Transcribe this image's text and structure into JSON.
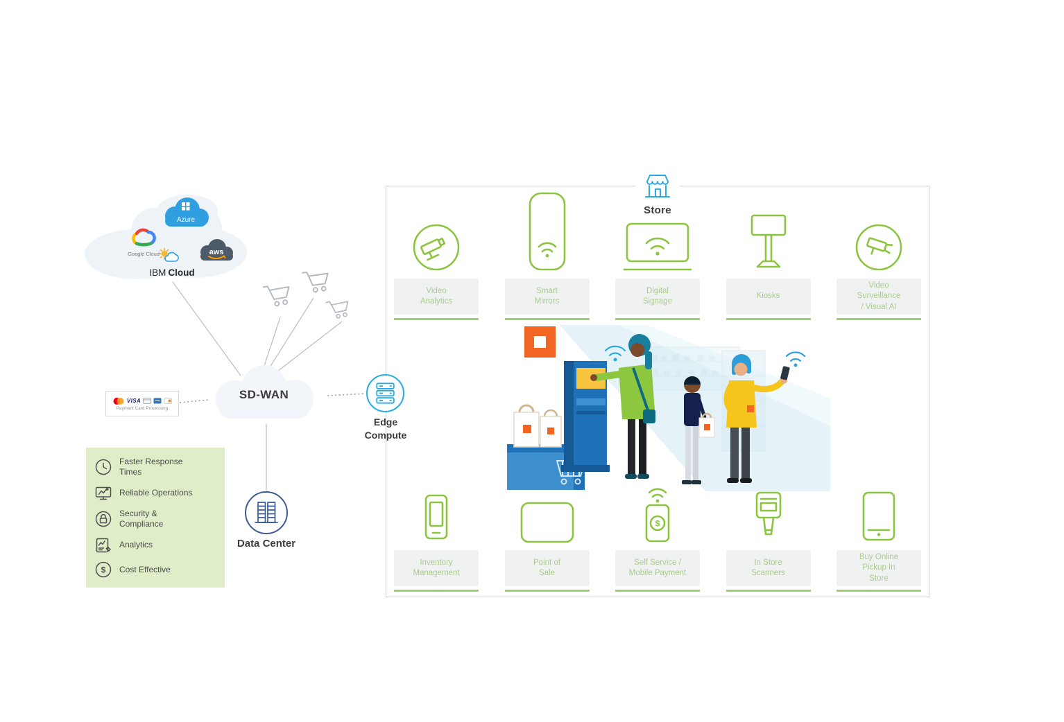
{
  "colors": {
    "green": "#8bc53f",
    "label_green": "#a9cc8d",
    "blue": "#29abe2",
    "navy": "#3a5a98",
    "orange": "#f26522"
  },
  "glyphs": {
    "dollar": "$"
  },
  "clouds": {
    "ibm": "IBM",
    "ibm_bold": "Cloud",
    "google": "Google Cloud",
    "azure": "Azure",
    "aws": "aws"
  },
  "network": {
    "sdwan_label": "SD-WAN",
    "edge_compute_label": "Edge\nCompute",
    "data_center_label": "Data Center"
  },
  "payment": {
    "visa": "VISA",
    "caption": "Payment Card Processing"
  },
  "benefits": [
    {
      "icon": "clock-icon",
      "label": "Faster Response Times"
    },
    {
      "icon": "monitor-icon",
      "label": "Reliable Operations"
    },
    {
      "icon": "lock-icon",
      "label": "Security & Compliance"
    },
    {
      "icon": "analytics-icon",
      "label": "Analytics"
    },
    {
      "icon": "dollar-icon",
      "label": "Cost Effective"
    }
  ],
  "store": {
    "title": "Store",
    "top_items": [
      {
        "icon": "video-analytics-icon",
        "label": "Video\nAnalytics"
      },
      {
        "icon": "smart-mirror-icon",
        "label": "Smart\nMirrors"
      },
      {
        "icon": "digital-signage-icon",
        "label": "Digital\nSignage"
      },
      {
        "icon": "kiosk-icon",
        "label": "Kiosks"
      },
      {
        "icon": "video-surveillance-icon",
        "label": "Video\nSurveillance\n/ Visual AI"
      }
    ],
    "bottom_items": [
      {
        "icon": "inventory-icon",
        "label": "Inventory\nManagement"
      },
      {
        "icon": "pos-icon",
        "label": "Point of\nSale"
      },
      {
        "icon": "self-service-icon",
        "label": "Self Service /\nMobile Payment"
      },
      {
        "icon": "scanner-icon",
        "label": "In Store\nScanners"
      },
      {
        "icon": "bopis-icon",
        "label": "Buy Online\nPickup In\nStore"
      }
    ]
  }
}
